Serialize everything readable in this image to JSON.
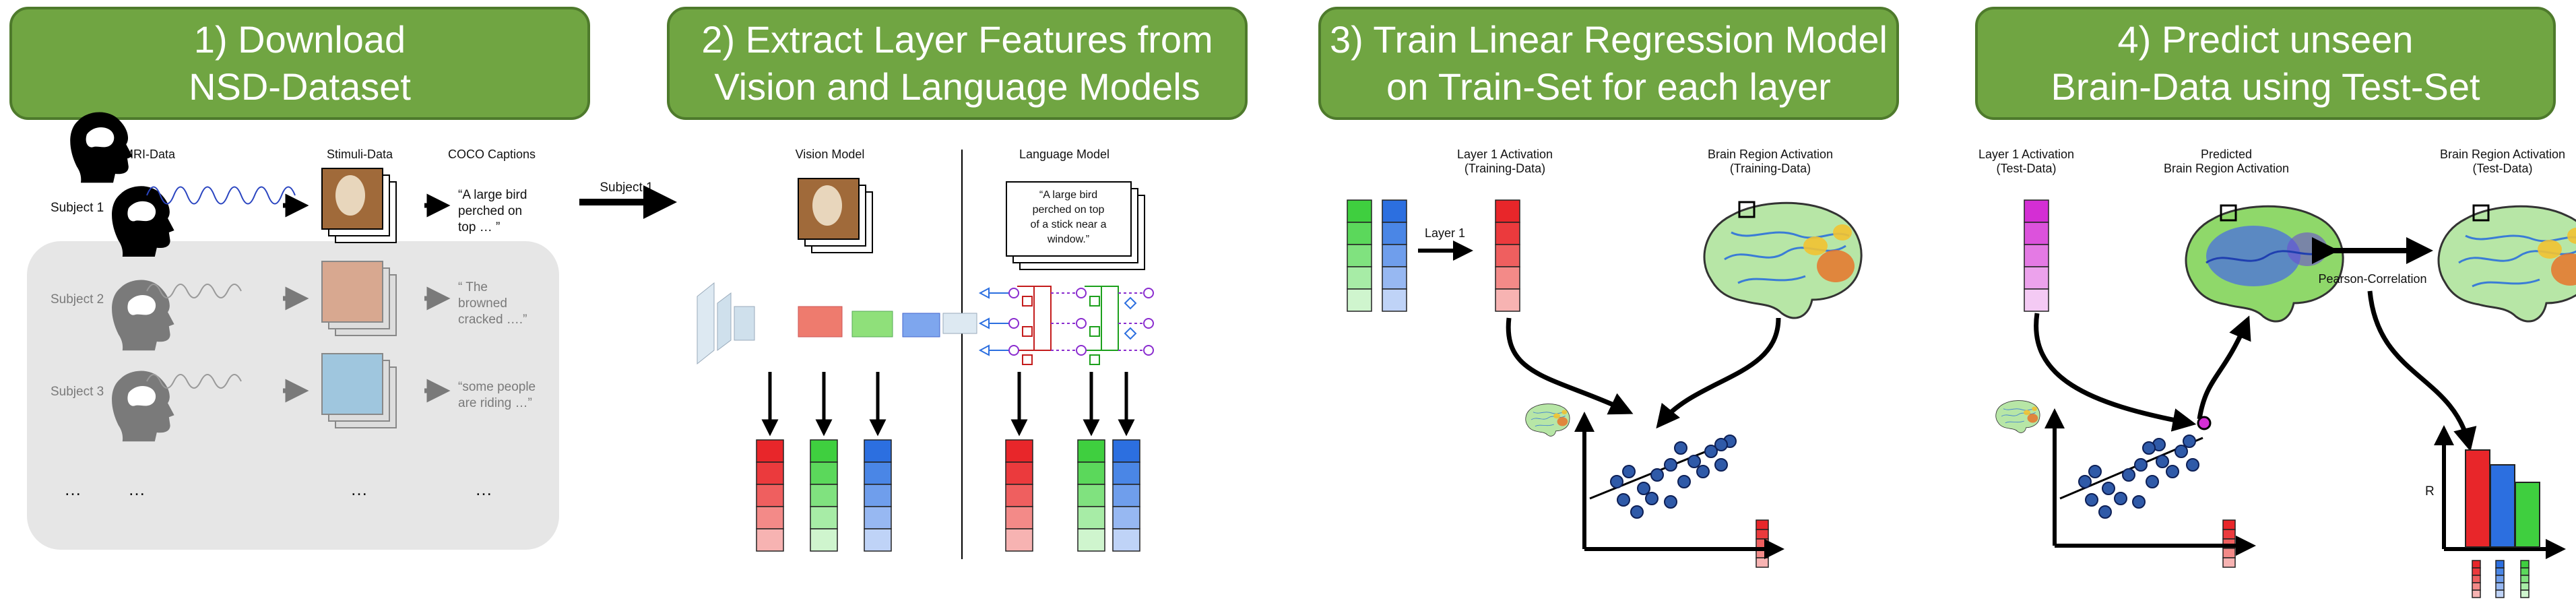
{
  "banners": [
    {
      "line1": "1) Download",
      "line2": "NSD-Dataset"
    },
    {
      "line1": "2) Extract Layer Features from",
      "line2": "Vision and Language Models"
    },
    {
      "line1": "3) Train Linear Regression Model",
      "line2": "on Train-Set for each layer"
    },
    {
      "line1": "4) Predict unseen",
      "line2": "Brain-Data using Test-Set"
    }
  ],
  "panel1": {
    "fmri_header": "fMRI-Data",
    "stimuli_header": "Stimuli-Data",
    "captions_header": "COCO Captions",
    "subjects": [
      {
        "label": "Subject 1",
        "caption_l1": "“A large bird",
        "caption_l2": "perched on",
        "caption_l3": "top … ”"
      },
      {
        "label": "Subject 2",
        "caption_l1": "“ The",
        "caption_l2": "browned",
        "caption_l3": "cracked ….”"
      },
      {
        "label": "Subject 3",
        "caption_l1": "“some people",
        "caption_l2": "are riding …”",
        "caption_l3": ""
      }
    ],
    "ellipsis": "…",
    "arrow_label": "Subject 1"
  },
  "panel2": {
    "vision_header": "Vision Model",
    "language_header": "Language Model",
    "caption_l1": "“A large bird",
    "caption_l2": "perched on top",
    "caption_l3": "of a stick near a",
    "caption_l4": "window.”"
  },
  "panel3": {
    "layer_header_l1": "Layer 1 Activation",
    "layer_header_l2": "(Training-Data)",
    "brain_header_l1": "Brain Region Activation",
    "brain_header_l2": "(Training-Data)",
    "layer_arrow_label": "Layer 1"
  },
  "panel4": {
    "layer_header_l1": "Layer 1 Activation",
    "layer_header_l2": "(Test-Data)",
    "pred_header_l1": "Predicted",
    "pred_header_l2": "Brain Region Activation",
    "brain_header_l1": "Brain Region Activation",
    "brain_header_l2": "(Test-Data)",
    "corr_label": "Pearson-Correlation",
    "r_label": "R"
  },
  "colors": {
    "banner": "#70a542",
    "red": "#e8262a",
    "green": "#3fcf3f",
    "blue": "#2c6fe0",
    "magenta": "#d42ed4",
    "dot": "#2f5aa8"
  }
}
